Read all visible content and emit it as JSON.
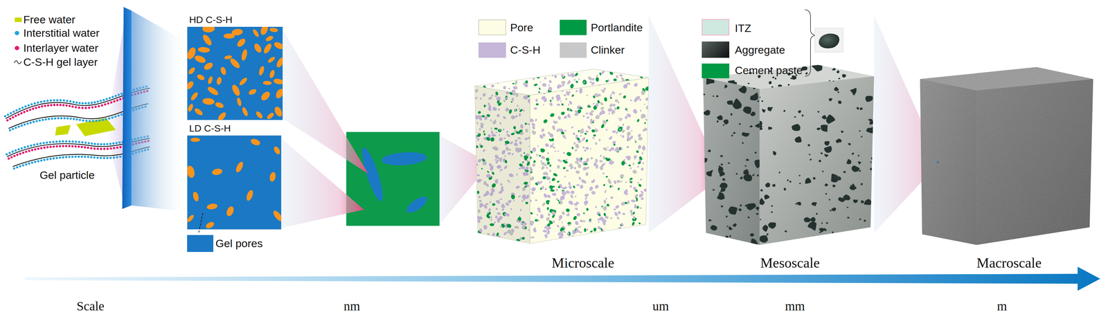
{
  "diagram": {
    "nodes": [
      {
        "text": [
          "Gel particle"
        ]
      },
      {
        "text": [
          "HD C-S-H"
        ]
      },
      {
        "text": [
          "LD C-S-H"
        ]
      },
      {
        "text": [
          "Microscale"
        ]
      },
      {
        "text": [
          "Mesoscale"
        ]
      },
      {
        "text": [
          "Macroscale"
        ]
      }
    ],
    "labels": [
      "Scale",
      "nm",
      "um",
      "mm",
      "m"
    ],
    "legend": [
      {
        "text": "Free water",
        "color": "#c8d900"
      },
      {
        "text": "Interstitial water",
        "color": "#27a3dc"
      },
      {
        "text": "Interlayer water",
        "color": "#e6176e"
      },
      {
        "text": "C-S-H gel layer"
      },
      {
        "text": "Gel pores",
        "color": "#1b78c4"
      },
      {
        "text": "Pore",
        "color": "#fdfde6"
      },
      {
        "text": "C-S-H",
        "color": "#c6b6d8"
      },
      {
        "text": "Portlandite",
        "color": "#009a44"
      },
      {
        "text": "Clinker",
        "color": "#c8c8c8"
      },
      {
        "text": "ITZ",
        "color": "#cfe9e1"
      },
      {
        "text": "Aggregate"
      },
      {
        "text": "Cement paste",
        "color": "#009a44"
      }
    ]
  }
}
